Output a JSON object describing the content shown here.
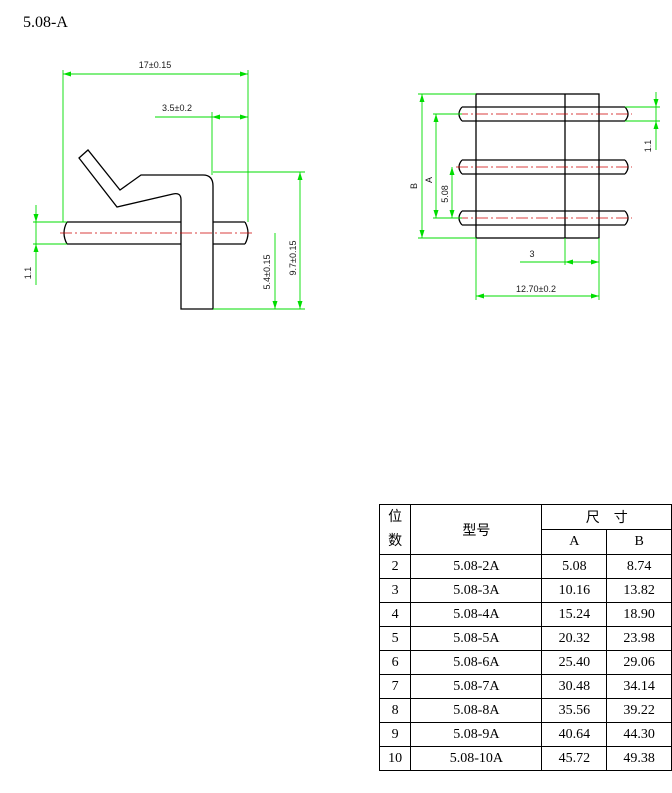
{
  "title": "5.08-A",
  "dimensions": {
    "side_length": "17±0.15",
    "side_offset": "3.5±0.2",
    "side_pin_dia": "1.1",
    "side_short_height": "5.4±0.15",
    "side_total_height": "9.7±0.15",
    "top_B": "B",
    "top_A": "A",
    "top_pitch": "5.08",
    "top_pin_dia": "1.1",
    "top_offset": "3",
    "top_width": "12.70±0.2"
  },
  "colors": {
    "dimension_line": "#00dd00",
    "center_line": "#cc0000",
    "outline": "#000000"
  },
  "table": {
    "header": {
      "col_count_line1": "位",
      "col_count_line2": "数",
      "col_model": "型号",
      "col_size": "尺　寸",
      "col_a": "A",
      "col_b": "B"
    },
    "rows": [
      {
        "n": "2",
        "model": "5.08-2A",
        "a": "5.08",
        "b": "8.74"
      },
      {
        "n": "3",
        "model": "5.08-3A",
        "a": "10.16",
        "b": "13.82"
      },
      {
        "n": "4",
        "model": "5.08-4A",
        "a": "15.24",
        "b": "18.90"
      },
      {
        "n": "5",
        "model": "5.08-5A",
        "a": "20.32",
        "b": "23.98"
      },
      {
        "n": "6",
        "model": "5.08-6A",
        "a": "25.40",
        "b": "29.06"
      },
      {
        "n": "7",
        "model": "5.08-7A",
        "a": "30.48",
        "b": "34.14"
      },
      {
        "n": "8",
        "model": "5.08-8A",
        "a": "35.56",
        "b": "39.22"
      },
      {
        "n": "9",
        "model": "5.08-9A",
        "a": "40.64",
        "b": "44.30"
      },
      {
        "n": "10",
        "model": "5.08-10A",
        "a": "45.72",
        "b": "49.38"
      }
    ]
  }
}
